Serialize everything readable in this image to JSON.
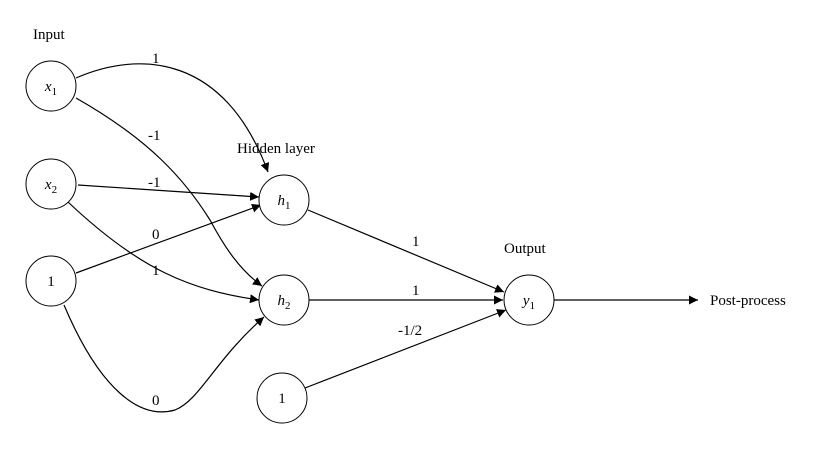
{
  "labels": {
    "input": "Input",
    "hidden": "Hidden layer",
    "output": "Output",
    "postprocess": "Post-process"
  },
  "nodes": {
    "x1": {
      "var": "x",
      "sub": "1"
    },
    "x2": {
      "var": "x",
      "sub": "2"
    },
    "bias_in": {
      "text": "1"
    },
    "h1": {
      "var": "h",
      "sub": "1"
    },
    "h2": {
      "var": "h",
      "sub": "2"
    },
    "bias_hidden": {
      "text": "1"
    },
    "y1": {
      "var": "y",
      "sub": "1"
    }
  },
  "weights": {
    "x1_h1": "1",
    "x1_h2": "-1",
    "x2_h1": "-1",
    "x2_h2": "1",
    "b_h1": "0",
    "b_h2": "0",
    "h1_y1": "1",
    "h2_y1": "1",
    "b_y1": "-1/2"
  }
}
